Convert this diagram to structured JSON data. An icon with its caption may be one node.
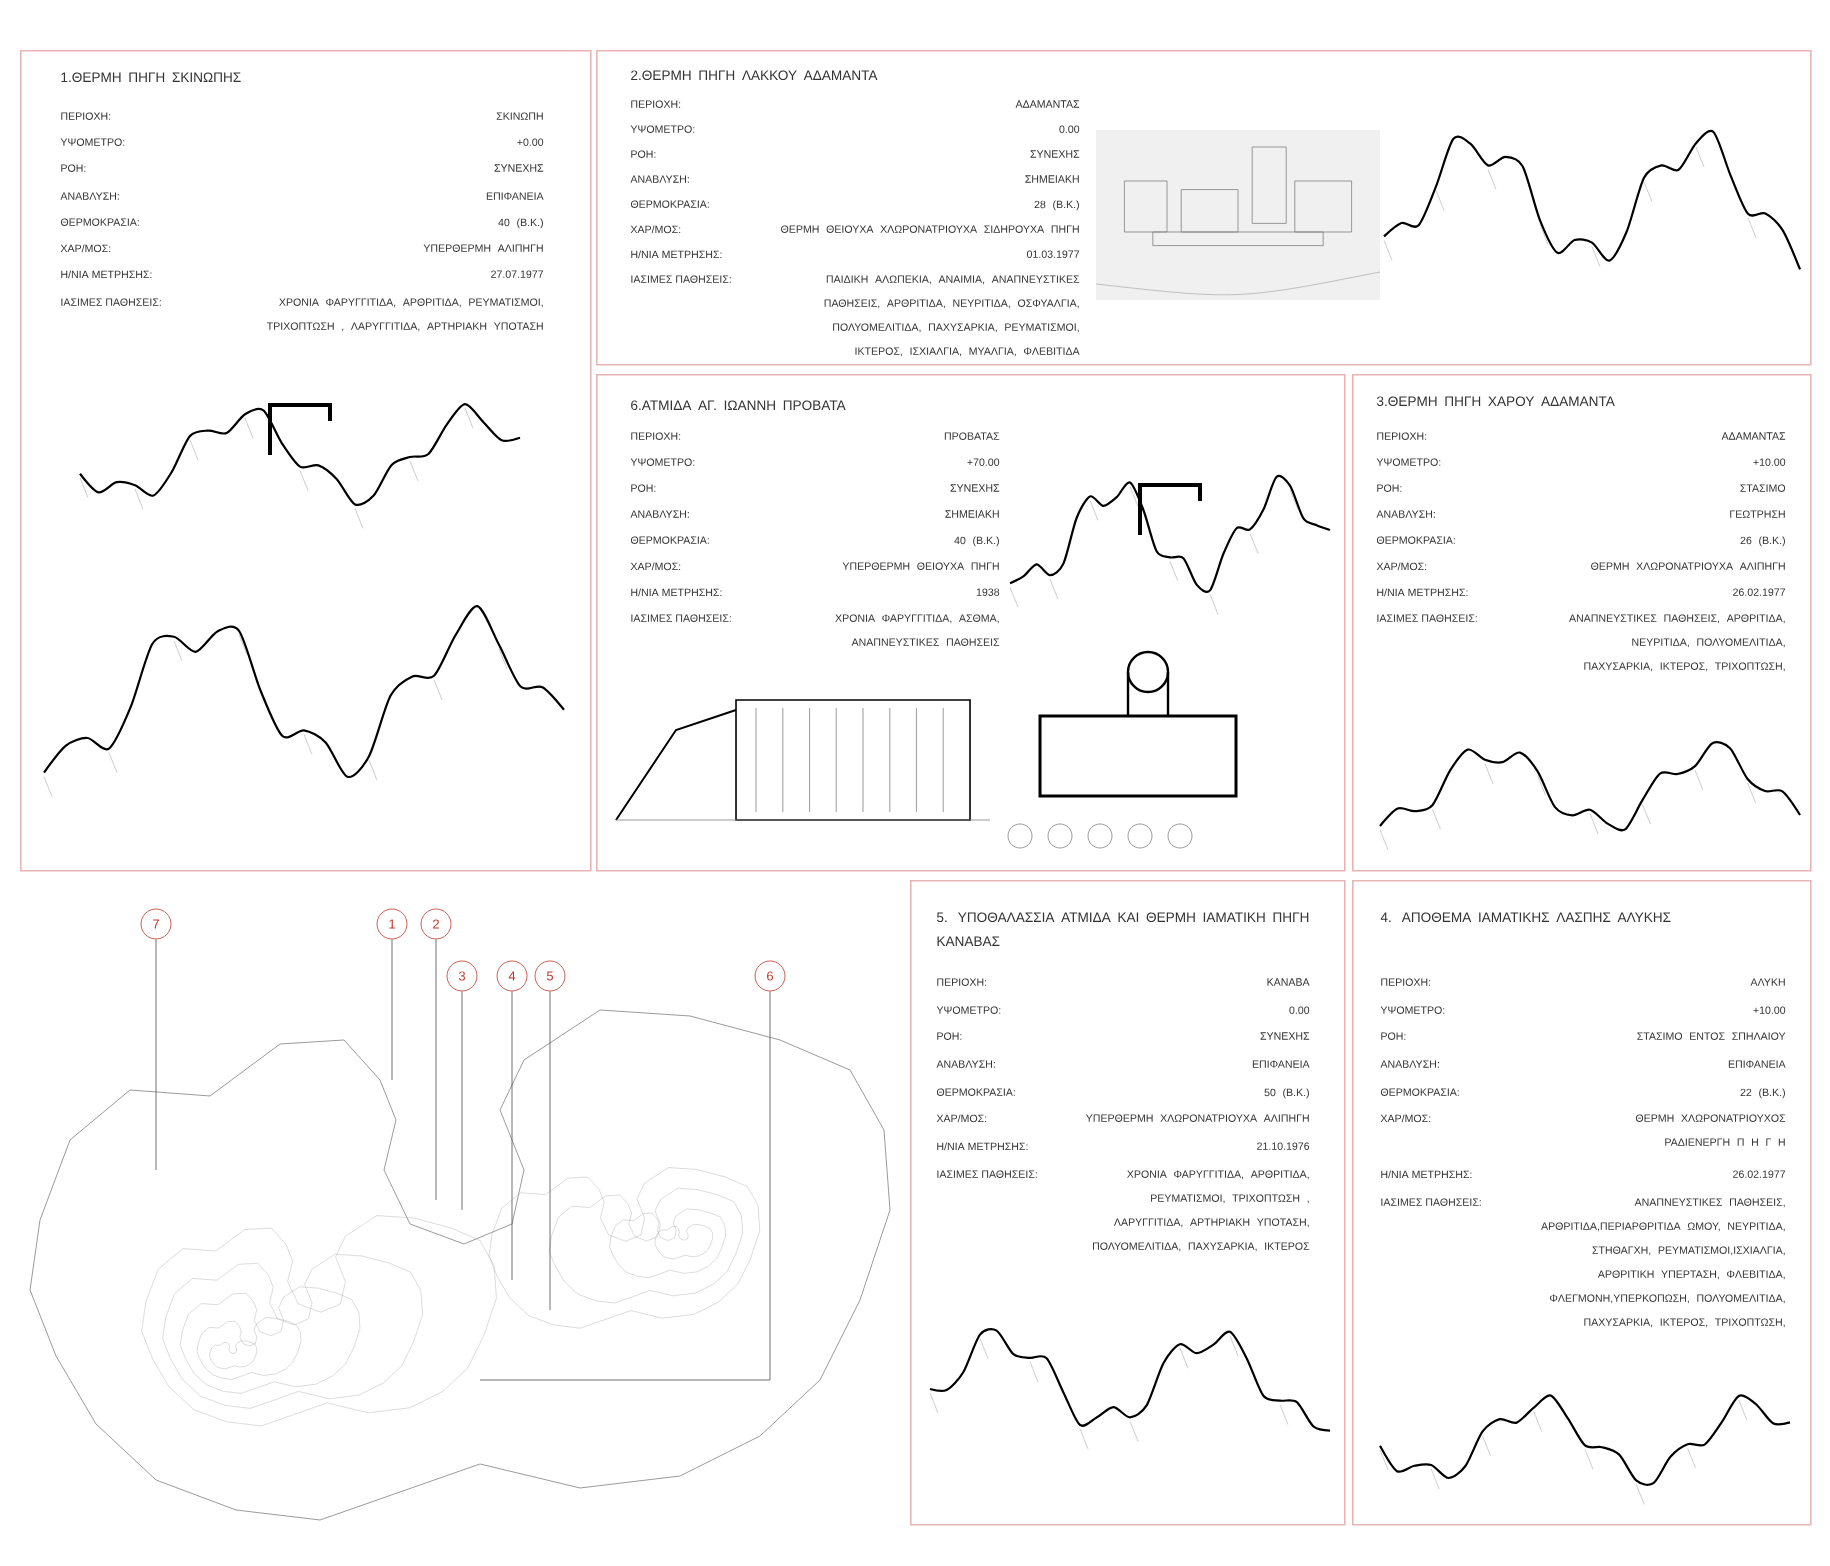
{
  "diagram": {
    "nodes": [
      {
        "text": [
          "1.ΘΕΡΜΗ ΠΗΓΗ ΣΚΙΝΩΠΗΣ",
          "ΠΕΡΙΟΧΗ:",
          "ΣΚΙΝΩΠΗ",
          "ΥΨΟΜΕΤΡΟ:",
          "+0.00",
          "ΡΟΗ:",
          "ΣΥΝΕΧΗΣ",
          "ΑΝΑΒΛΥΣΗ:",
          "ΕΠΙΦΑΝΕΙΑ",
          "ΘΕΡΜΟΚΡΑΣΙΑ:",
          "40 (Β.Κ.)",
          "ΧΑΡ/ΜΟΣ:",
          "ΥΠΕΡΘΕΡΜΗ ΑΛΙΠΗΓΗ",
          "Η/ΝΙΑ ΜΕΤΡΗΣΗΣ:",
          "27.07.1977",
          "ΙΑΣΙΜΕΣ ΠΑΘΗΣΕΙΣ:",
          "ΧΡΟΝΙΑ ΦΑΡΥΓΓΙΤΙΔΑ, ΑΡΘΡΙΤΙΔΑ, ΡΕΥΜΑΤΙΣΜΟΙ, ΤΡΙΧΟΠΤΩΣΗ , ΛΑΡΥΓΓΙΤΙΔΑ, ΑΡΤΗΡΙΑΚΗ ΥΠΟΤΑΣΗ"
        ]
      },
      {
        "text": [
          "2.ΘΕΡΜΗ ΠΗΓΗ ΛΑΚΚΟΥ ΑΔΑΜΑΝΤΑ",
          "ΠΕΡΙΟΧΗ:",
          "ΑΔΑΜΑΝΤΑΣ",
          "ΥΨΟΜΕΤΡΟ:",
          "0.00",
          "ΡΟΗ:",
          "ΣΥΝΕΧΗΣ",
          "ΑΝΑΒΛΥΣΗ:",
          "ΣΗΜΕΙΑΚΗ",
          "ΘΕΡΜΟΚΡΑΣΙΑ:",
          "28 (Β.Κ.)",
          "ΧΑΡ/ΜΟΣ:",
          "ΘΕΡΜΗ ΘΕΙΟΥΧΑ ΧΛΩΡΟΝΑΤΡΙΟΥΧΑ ΣΙΔΗΡΟΥΧΑ ΠΗΓΗ",
          "Η/ΝΙΑ ΜΕΤΡΗΣΗΣ:",
          "01.03.1977",
          "ΙΑΣΙΜΕΣ ΠΑΘΗΣΕΙΣ:",
          "ΠΑΙΔΙΚΗ ΑΛΩΠΕΚΙΑ, ΑΝΑΙΜΙΑ, ΑΝΑΠΝΕΥΣΤΙΚΕΣ ΠΑΘΗΣΕΙΣ, ΑΡΘΡΙΤΙΔΑ, ΝΕΥΡΙΤΙΔΑ, ΟΣΦΥΑΛΓΙΑ, ΠΟΛΥΟΜΕΛΙΤΙΔΑ, ΠΑΧΥΣΑΡΚΙΑ, ΡΕΥΜΑΤΙΣΜΟΙ, ΙΚΤΕΡΟΣ, ΙΣΧΙΑΛΓΙΑ, ΜΥΑΛΓΙΑ, ΦΛΕΒΙΤΙΔΑ"
        ]
      },
      {
        "text": [
          "6.ΑΤΜΙΔΑ ΑΓ. ΙΩΑΝΝΗ ΠΡΟΒΑΤΑ",
          "ΠΕΡΙΟΧΗ:",
          "ΠΡΟΒΑΤΑΣ",
          "ΥΨΟΜΕΤΡΟ:",
          "+70.00",
          "ΡΟΗ:",
          "ΣΥΝΕΧΗΣ",
          "ΑΝΑΒΛΥΣΗ:",
          "ΣΗΜΕΙΑΚΗ",
          "ΘΕΡΜΟΚΡΑΣΙΑ:",
          "40 (Β.Κ.)",
          "ΧΑΡ/ΜΟΣ:",
          "ΥΠΕΡΘΕΡΜΗ ΘΕΙΟΥΧΑ ΠΗΓΗ",
          "Η/ΝΙΑ ΜΕΤΡΗΣΗΣ:",
          "1938",
          "ΙΑΣΙΜΕΣ ΠΑΘΗΣΕΙΣ:",
          "ΧΡΟΝΙΑ ΦΑΡΥΓΓΙΤΙΔΑ, ΑΣΘΜΑ, ΑΝΑΠΝΕΥΣΤΙΚΕΣ ΠΑΘΗΣΕΙΣ"
        ]
      },
      {
        "text": [
          "3.ΘΕΡΜΗ ΠΗΓΗ ΧΑΡΟΥ ΑΔΑΜΑΝΤΑ",
          "ΠΕΡΙΟΧΗ:",
          "ΑΔΑΜΑΝΤΑΣ",
          "ΥΨΟΜΕΤΡΟ:",
          "+10.00",
          "ΡΟΗ:",
          "ΣΤΑΣΙΜΟ",
          "ΑΝΑΒΛΥΣΗ:",
          "ΓΕΩΤΡΗΣΗ",
          "ΘΕΡΜΟΚΡΑΣΙΑ:",
          "26 (Β.Κ.)",
          "ΧΑΡ/ΜΟΣ:",
          "ΘΕΡΜΗ ΧΛΩΡΟΝΑΤΡΙΟΥΧΑ ΑΛΙΠΗΓΗ",
          "Η/ΝΙΑ ΜΕΤΡΗΣΗΣ:",
          "26.02.1977",
          "ΙΑΣΙΜΕΣ ΠΑΘΗΣΕΙΣ:",
          "ΑΝΑΠΝΕΥΣΤΙΚΕΣ ΠΑΘΗΣΕΙΣ, ΑΡΘΡΙΤΙΔΑ, ΝΕΥΡΙΤΙΔΑ, ΠΟΛΥΟΜΕΛΙΤΙΔΑ, ΠΑΧΥΣΑΡΚΙΑ, ΙΚΤΕΡΟΣ, ΤΡΙΧΟΠΤΩΣΗ,"
        ]
      },
      {
        "text": [
          "7"
        ]
      },
      {
        "text": [
          "1"
        ]
      },
      {
        "text": [
          "2"
        ]
      },
      {
        "text": [
          "3"
        ]
      },
      {
        "text": [
          "4"
        ]
      },
      {
        "text": [
          "5"
        ]
      },
      {
        "text": [
          "6"
        ]
      },
      {
        "text": [
          "5. ΥΠΟΘΑΛΑΣΣΙΑ ΑΤΜΙΔΑ ΚΑΙ ΘΕΡΜΗ ΙΑΜΑΤΙΚΗ ΠΗΓΗ ΚΑΝΑΒΑΣ",
          "ΠΕΡΙΟΧΗ:",
          "ΚΑΝΑΒΑ",
          "ΥΨΟΜΕΤΡΟ:",
          "0.00",
          "ΡΟΗ:",
          "ΣΥΝΕΧΗΣ",
          "ΑΝΑΒΛΥΣΗ:",
          "ΕΠΙΦΑΝΕΙΑ",
          "ΘΕΡΜΟΚΡΑΣΙΑ:",
          "50 (Β.Κ.)",
          "ΧΑΡ/ΜΟΣ:",
          "ΥΠΕΡΘΕΡΜΗ ΧΛΩΡΟΝΑΤΡΙΟΥΧΑ ΑΛΙΠΗΓΗ",
          "Η/ΝΙΑ ΜΕΤΡΗΣΗΣ:",
          "21.10.1976",
          "ΙΑΣΙΜΕΣ ΠΑΘΗΣΕΙΣ:",
          "ΧΡΟΝΙΑ ΦΑΡΥΓΓΙΤΙΔΑ, ΑΡΘΡΙΤΙΔΑ, ΡΕΥΜΑΤΙΣΜΟΙ, ΤΡΙΧΟΠΤΩΣΗ , ΛΑΡΥΓΓΙΤΙΔΑ, ΑΡΤΗΡΙΑΚΗ ΥΠΟΤΑΣΗ, ΠΟΛΥΟΜΕΛΙΤΙΔΑ, ΠΑΧΥΣΑΡΚΙΑ, ΙΚΤΕΡΟΣ"
        ]
      },
      {
        "text": [
          "4. ΑΠΟΘΕΜΑ ΙΑΜΑΤΙΚΗΣ ΛΑΣΠΗΣ ΑΛΥΚΗΣ",
          "ΠΕΡΙΟΧΗ:",
          "ΑΛΥΚΗ",
          "ΥΨΟΜΕΤΡΟ:",
          "+10.00",
          "ΡΟΗ:",
          "ΣΤΑΣΙΜΟ ΕΝΤΟΣ ΣΠΗΛΑΙΟΥ",
          "ΑΝΑΒΛΥΣΗ:",
          "ΕΠΙΦΑΝΕΙΑ",
          "ΘΕΡΜΟΚΡΑΣΙΑ:",
          "22 (Β.Κ.)",
          "ΧΑΡ/ΜΟΣ:",
          "ΘΕΡΜΗ ΧΛΩΡΟΝΑΤΡΙΟΥΧΟΣ ΡΑΔΙΕΝΕΡΓΗ Π Η Γ Η",
          "Η/ΝΙΑ ΜΕΤΡΗΣΗΣ:",
          "26.02.1977",
          "ΙΑΣΙΜΕΣ ΠΑΘΗΣΕΙΣ:",
          "ΑΝΑΠΝΕΥΣΤΙΚΕΣ ΠΑΘΗΣΕΙΣ, ΑΡΘΡΙΤΙΔΑ,ΠΕΡΙΑΡΘΡΙΤΙΔΑ ΩΜΟΥ, ΝΕΥΡΙΤΙΔΑ, ΣΤΗΘΑΓΧΗ, ΡΕΥΜΑΤΙΣΜΟΙ,ΙΣΧΙΑΛΓΙΑ, ΑΡΘΡΙΤΙΚΗ ΥΠΕΡΤΑΣΗ, ΦΛΕΒΙΤΙΔΑ, ΦΛΕΓΜΟΝΗ,ΥΠΕΡΚΟΠΩΣΗ, ΠΟΛΥΟΜΕΛΙΤΙΔΑ, ΠΑΧΥΣΑΡΚΙΑ, ΙΚΤΕΡΟΣ, ΤΡΙΧΟΠΤΩΣΗ,"
        ]
      }
    ],
    "edges": [
      {
        "from": 4,
        "to": null,
        "arrow": "none"
      },
      {
        "from": 5,
        "to": null,
        "arrow": "none"
      },
      {
        "from": 6,
        "to": null,
        "arrow": "none"
      },
      {
        "from": 7,
        "to": null,
        "arrow": "none"
      },
      {
        "from": 8,
        "to": null,
        "arrow": "none"
      },
      {
        "from": 9,
        "to": null,
        "arrow": "none"
      },
      {
        "from": 10,
        "to": null,
        "arrow": "none"
      }
    ]
  }
}
